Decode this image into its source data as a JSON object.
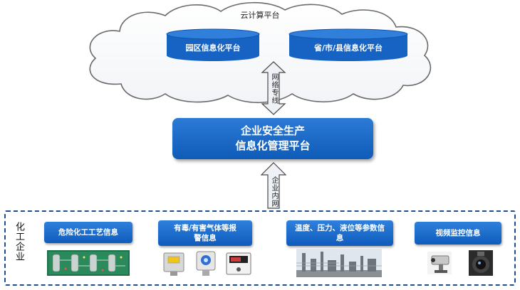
{
  "cloud": {
    "title": "云计算平台",
    "park_platform": "园区信息化平台",
    "gov_platform": "省/市/县信息化平台"
  },
  "link_top": "网络专线",
  "main_platform": {
    "line1": "企业安全生产",
    "line2": "信息化管理平台"
  },
  "link_bottom": "企业内网",
  "enterprise": {
    "side_label": "化工企业",
    "modules": [
      {
        "label": "危险化工工艺信息",
        "icon": "process-control-panel-image"
      },
      {
        "label": "有毒/有害气体等报警信息",
        "icon": "gas-detector-image"
      },
      {
        "label": "温度、压力、液位等参数信息",
        "icon": "chemical-plant-image"
      },
      {
        "label": "视频监控信息",
        "icon": "surveillance-camera-image"
      }
    ]
  },
  "colors": {
    "primary_blue": "#1565c8",
    "arrow_fill": "#eef1f6",
    "border_blue": "#1f4e8c"
  }
}
